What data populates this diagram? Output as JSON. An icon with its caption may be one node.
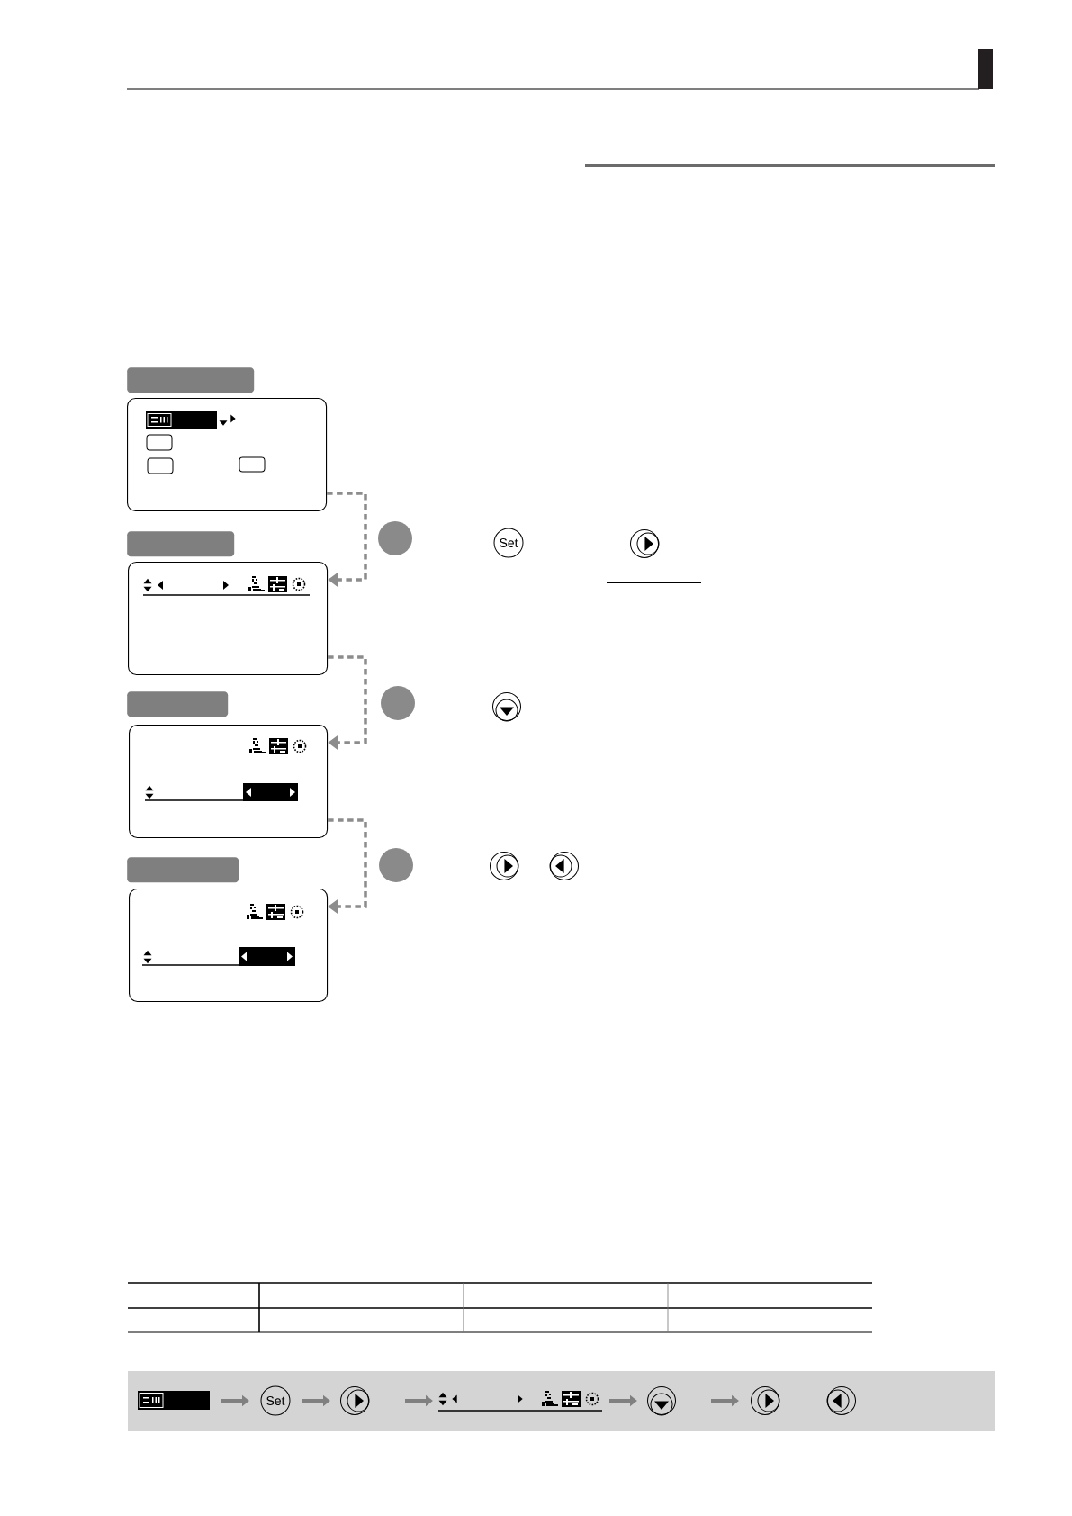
{
  "diagram": {
    "nodes": [
      {
        "text": [],
        "shape": "bar"
      },
      {
        "text": [],
        "shape": "box"
      },
      {
        "text": [],
        "shape": "bar"
      },
      {
        "text": [],
        "shape": "box"
      },
      {
        "text": [],
        "shape": "bar"
      },
      {
        "text": [],
        "shape": "box"
      },
      {
        "text": [],
        "shape": "bar"
      },
      {
        "text": [],
        "shape": "box"
      }
    ],
    "edges": [
      {
        "from": 1,
        "to": 3,
        "arrow": "to",
        "style": "dashed"
      },
      {
        "from": 3,
        "to": 5,
        "arrow": "to",
        "style": "dashed"
      },
      {
        "from": 5,
        "to": 7,
        "arrow": "to",
        "style": "dashed"
      }
    ],
    "labels": [
      "Set",
      "Set"
    ]
  }
}
